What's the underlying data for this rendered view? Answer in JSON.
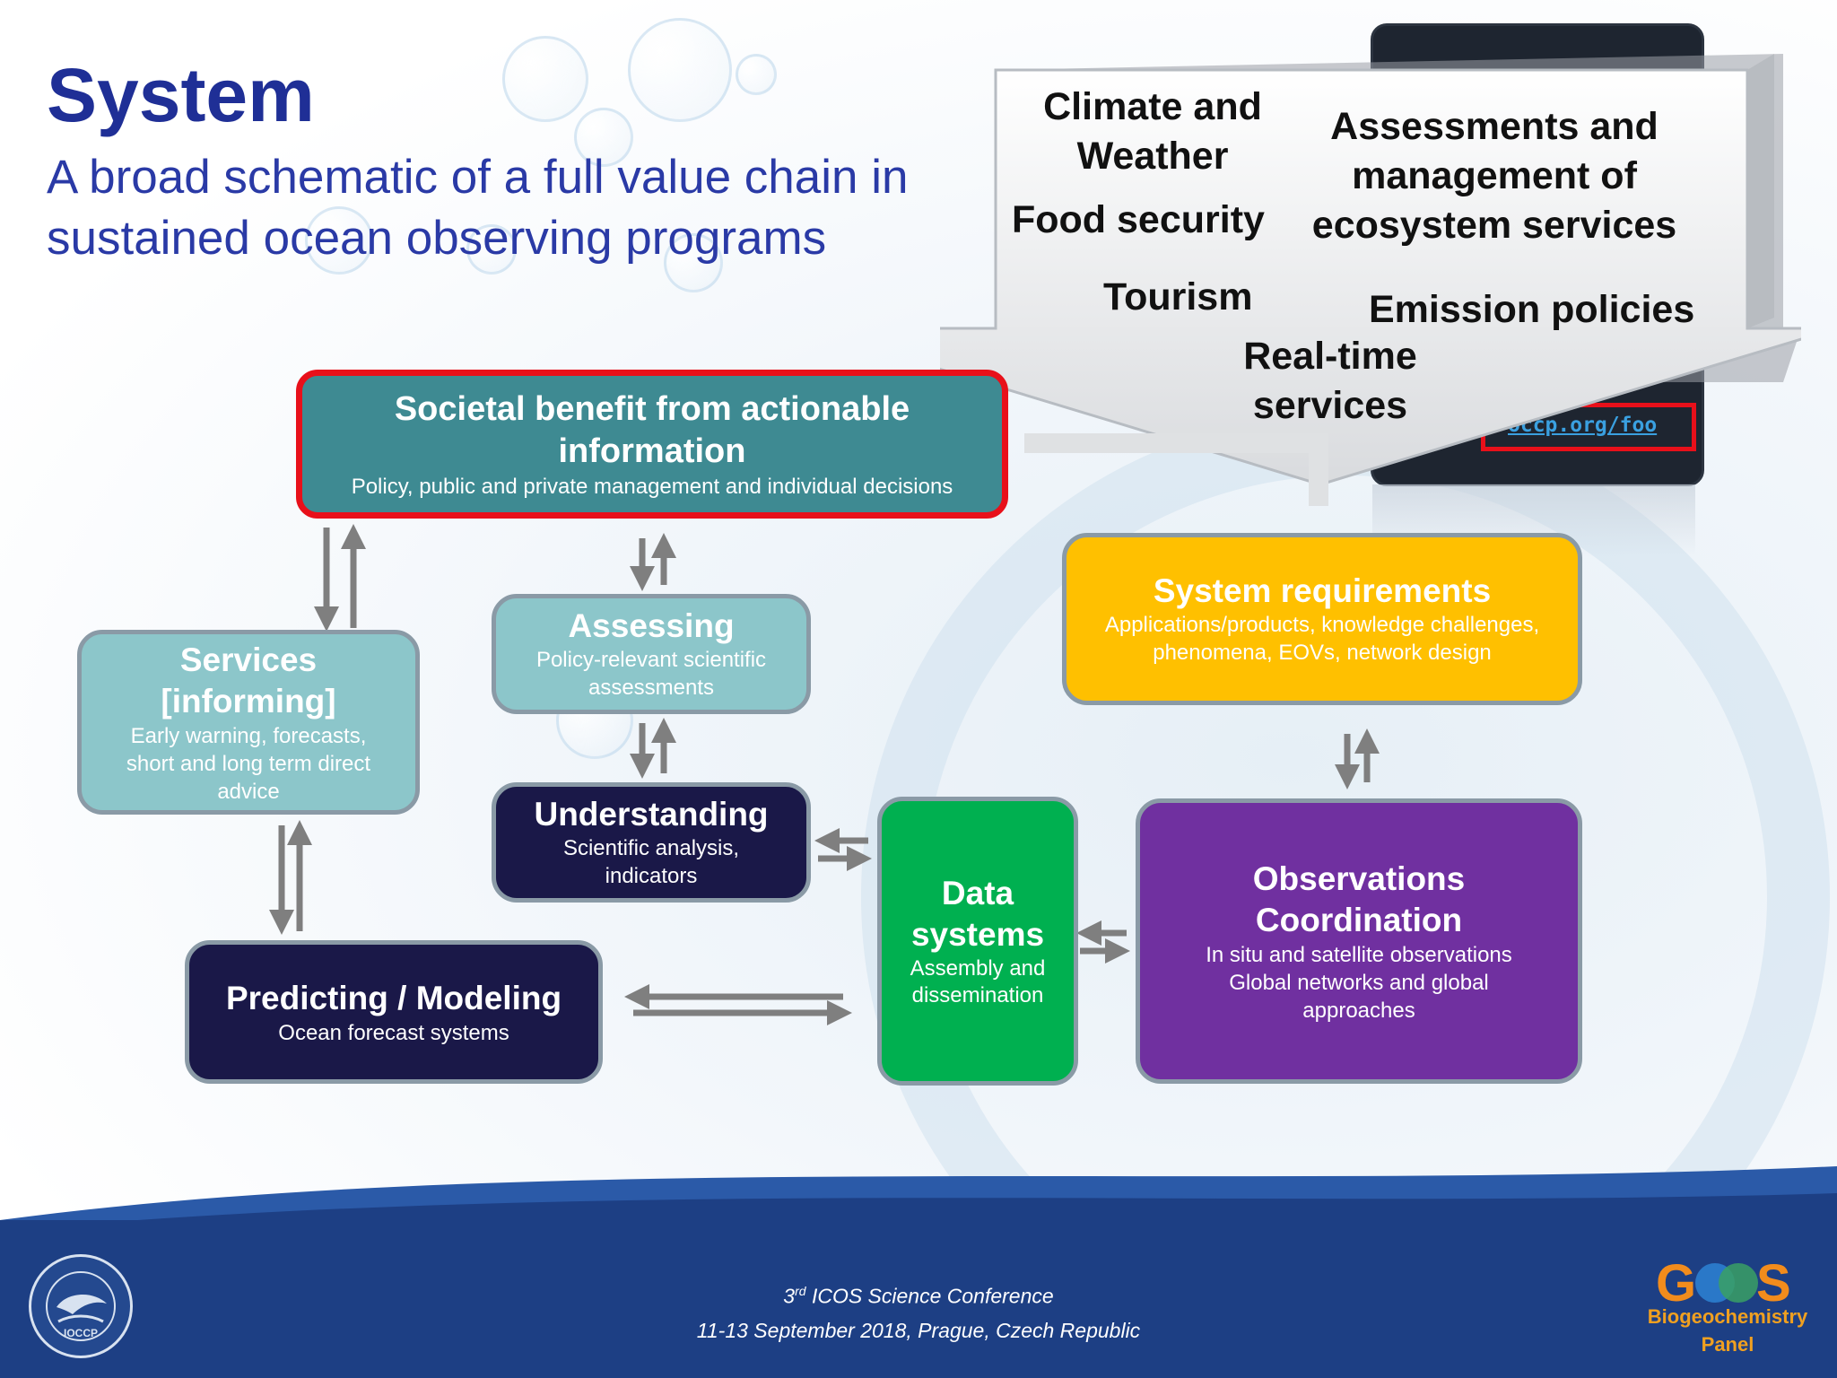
{
  "slide": {
    "title": "System",
    "subtitle": "A broad schematic of a full value chain in sustained ocean observing programs"
  },
  "benefits": {
    "climate_weather": "Climate and Weather",
    "food_security": "Food security",
    "tourism": "Tourism",
    "real_time_services": "Real-time services",
    "assessments": "Assessments and management of ecosystem services",
    "emission_policies": "Emission policies",
    "screen_url_fragment": "occp.org/foo"
  },
  "boxes": {
    "societal": {
      "title": "Societal benefit from actionable information",
      "subtitle": "Policy, public and private management and individual decisions"
    },
    "services": {
      "title": "Services [informing]",
      "subtitle": "Early warning, forecasts, short and long term direct advice"
    },
    "assessing": {
      "title": "Assessing",
      "subtitle": "Policy-relevant scientific assessments"
    },
    "understanding": {
      "title": "Understanding",
      "subtitle": "Scientific analysis, indicators"
    },
    "predicting": {
      "title": "Predicting / Modeling",
      "subtitle": "Ocean forecast systems"
    },
    "data_systems": {
      "title": "Data systems",
      "subtitle": "Assembly and dissemination"
    },
    "observations": {
      "title": "Observations Coordination",
      "subtitle": "In situ and satellite observations Global networks and global approaches"
    },
    "requirements": {
      "title": "System requirements",
      "subtitle": "Applications/products, knowledge challenges, phenomena, EOVs, network design"
    }
  },
  "footer": {
    "conference_ordinal": "3",
    "conference_ordinal_suffix": "rd",
    "conference_name": "ICOS Science Conference",
    "dates_place": "11-13 September 2018, Prague, Czech Republic",
    "logo_left_text": "IOCCP",
    "logo_right_text": "GOOS",
    "panel_label": "Biogeochemistry Panel"
  },
  "colors": {
    "title": "#1f2f96",
    "societal": "#3e8a92",
    "societal_border": "#e8101a",
    "light_teal": "#8cc6ca",
    "navy": "#1a1848",
    "green": "#00b050",
    "purple": "#7030a0",
    "amber": "#ffc000",
    "arrow": "#7f7f7f",
    "footer": "#1d3f84"
  }
}
